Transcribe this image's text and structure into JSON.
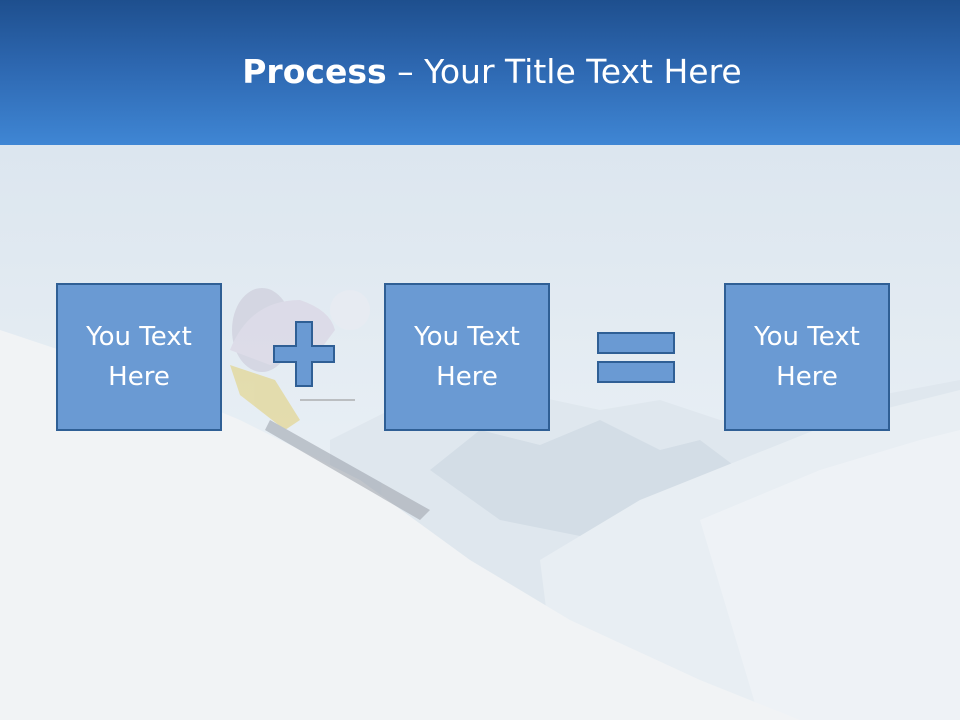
{
  "slide": {
    "title_bold": "Process",
    "title_rest": " – Your Title Text Here"
  },
  "boxes": [
    {
      "line1": "You Text",
      "line2": "Here"
    },
    {
      "line1": "You Text",
      "line2": "Here"
    },
    {
      "line1": "You Text",
      "line2": "Here"
    }
  ],
  "operators": {
    "first": "plus-icon",
    "second": "equals-icon"
  },
  "colors": {
    "header": "#2d67b0",
    "box_fill": "#6a9ad3",
    "box_border": "#2f5f95",
    "text": "#ffffff"
  }
}
